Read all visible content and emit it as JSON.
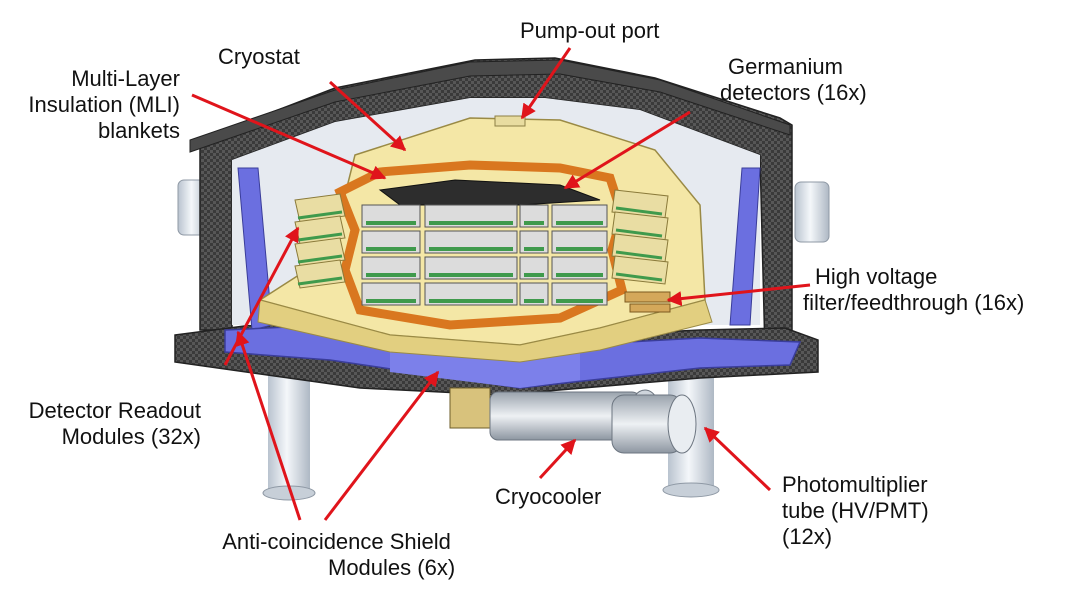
{
  "labels": {
    "pumpout": [
      "Pump-out port"
    ],
    "cryostat": [
      "Cryostat"
    ],
    "mli": [
      "Multi-Layer",
      "Insulation (MLI)",
      "blankets"
    ],
    "germanium": [
      "Germanium",
      "detectors (16x)"
    ],
    "hv_filter": [
      "High voltage",
      "filter/feedthrough (16x)"
    ],
    "readout": [
      "Detector Readout",
      "Modules (32x)"
    ],
    "cryocooler": [
      "Cryocooler"
    ],
    "pmt": [
      "Photomultiplier",
      "tube (HV/PMT)",
      "(12x)"
    ],
    "shield": [
      "Anti-coincidence Shield",
      "Modules (6x)"
    ]
  },
  "colors": {
    "arrow": "#e0141b",
    "carbon": "#3b3b3b",
    "shield_blue": "#6b6fe0",
    "yellow": "#f4e7a6",
    "copper": "#d9771f",
    "detector": "#d8d8d8",
    "board": "#3f9a4c",
    "pillar": "#e2e8ef"
  }
}
